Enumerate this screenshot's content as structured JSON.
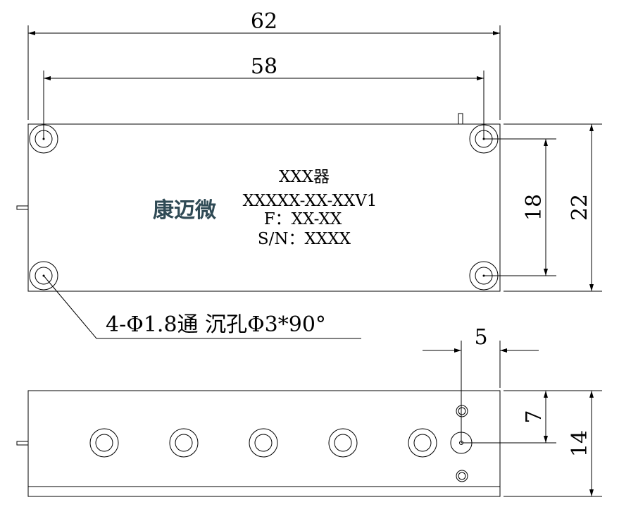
{
  "dimensions": {
    "top_width_outer": "62",
    "top_width_holes": "58",
    "right_height_holes": "18",
    "right_height_outer": "22",
    "side_offset": "5",
    "side_height_half": "7",
    "side_height_total": "14"
  },
  "label": {
    "line1": "XXX器",
    "line2": "XXXXX-XX-XXV1",
    "line3": "F：XX-XX",
    "line4": "S/N：XXXX"
  },
  "logo_text": "康迈微",
  "hole_note": "4-Φ1.8通 沉孔Φ3*90°",
  "colors": {
    "line": "#000000",
    "logo": "#2f4a55"
  }
}
